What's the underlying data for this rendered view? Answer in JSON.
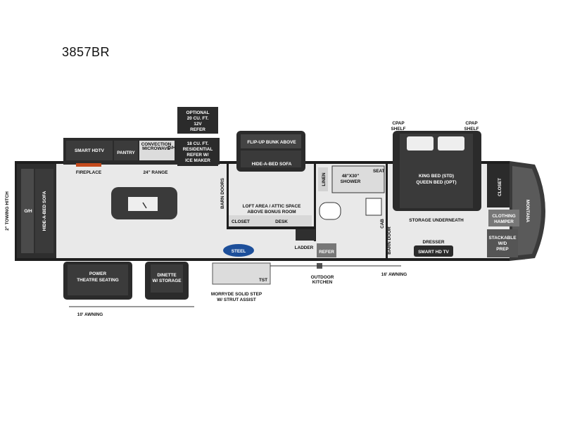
{
  "model_name": "3857BR",
  "brand_text": "MONTANA",
  "labels": {
    "optional_refer": [
      "OPTIONAL",
      "20 CU. FT.",
      "12V",
      "REFER"
    ],
    "cpap_left": [
      "CPAP",
      "SHELF"
    ],
    "cpap_right": [
      "CPAP",
      "SHELF"
    ],
    "smart_hdtv": "SMART HDTV",
    "pantry": "PANTRY",
    "convection_microwave": [
      "CONVECTION",
      "MICROWAVE"
    ],
    "oh_kitchen": "O/H",
    "residential_refer": [
      "18 CU. FT.",
      "RESIDENTIAL",
      "REFER W/",
      "ICE MAKER"
    ],
    "fireplace": "FIREPLACE",
    "range": "24\" RANGE",
    "flip_up_bunk": "FLIP-UP BUNK ABOVE",
    "hide_a_bed_sofa_mid": "HIDE-A-BED SOFA",
    "linen": "LINEN",
    "shower": "48\"X30\"",
    "shower2": "SHOWER",
    "seat": "SEAT",
    "king_bed": "KING BED (STD)",
    "queen_bed": "QUEEN BED (OPT)",
    "closet_front": "CLOSET",
    "towing_hitch": "2\" TOWING HITCH",
    "oh_rear": "O/H",
    "hide_a_bed_sofa_rear": "HIDE-A-BED SOFA",
    "barn_doors": "BARN DOORS",
    "loft_area": [
      "LOFT AREA / ATTIC SPACE",
      "ABOVE BONUS ROOM"
    ],
    "closet_bonus": "CLOSET",
    "desk": "DESK",
    "cab": "CAB",
    "storage_underneath": "STORAGE UNDERNEATH",
    "clothing_hamper": [
      "CLOTHING",
      "HAMPER"
    ],
    "stackable": [
      "STACKABLE",
      "W/D",
      "PREP"
    ],
    "ladder": "LADDER",
    "refer_small": "REFER",
    "barn_door": "BARN DOOR",
    "dresser": "DRESSER",
    "smart_hd_tv": "SMART HD TV",
    "power_theatre": [
      "POWER",
      "THEATRE SEATING"
    ],
    "dinette": [
      "DINETTE",
      "W/ STORAGE"
    ],
    "steel_badge": "STEEL",
    "tst_badge": "TST",
    "outdoor_kitchen": [
      "OUTDOOR",
      "KITCHEN"
    ],
    "awning_16": "16' AWNING",
    "morryde": [
      "MORRYDE SOLID STEP",
      "W/ STRUT ASSIST"
    ],
    "awning_10": "10' AWNING"
  }
}
